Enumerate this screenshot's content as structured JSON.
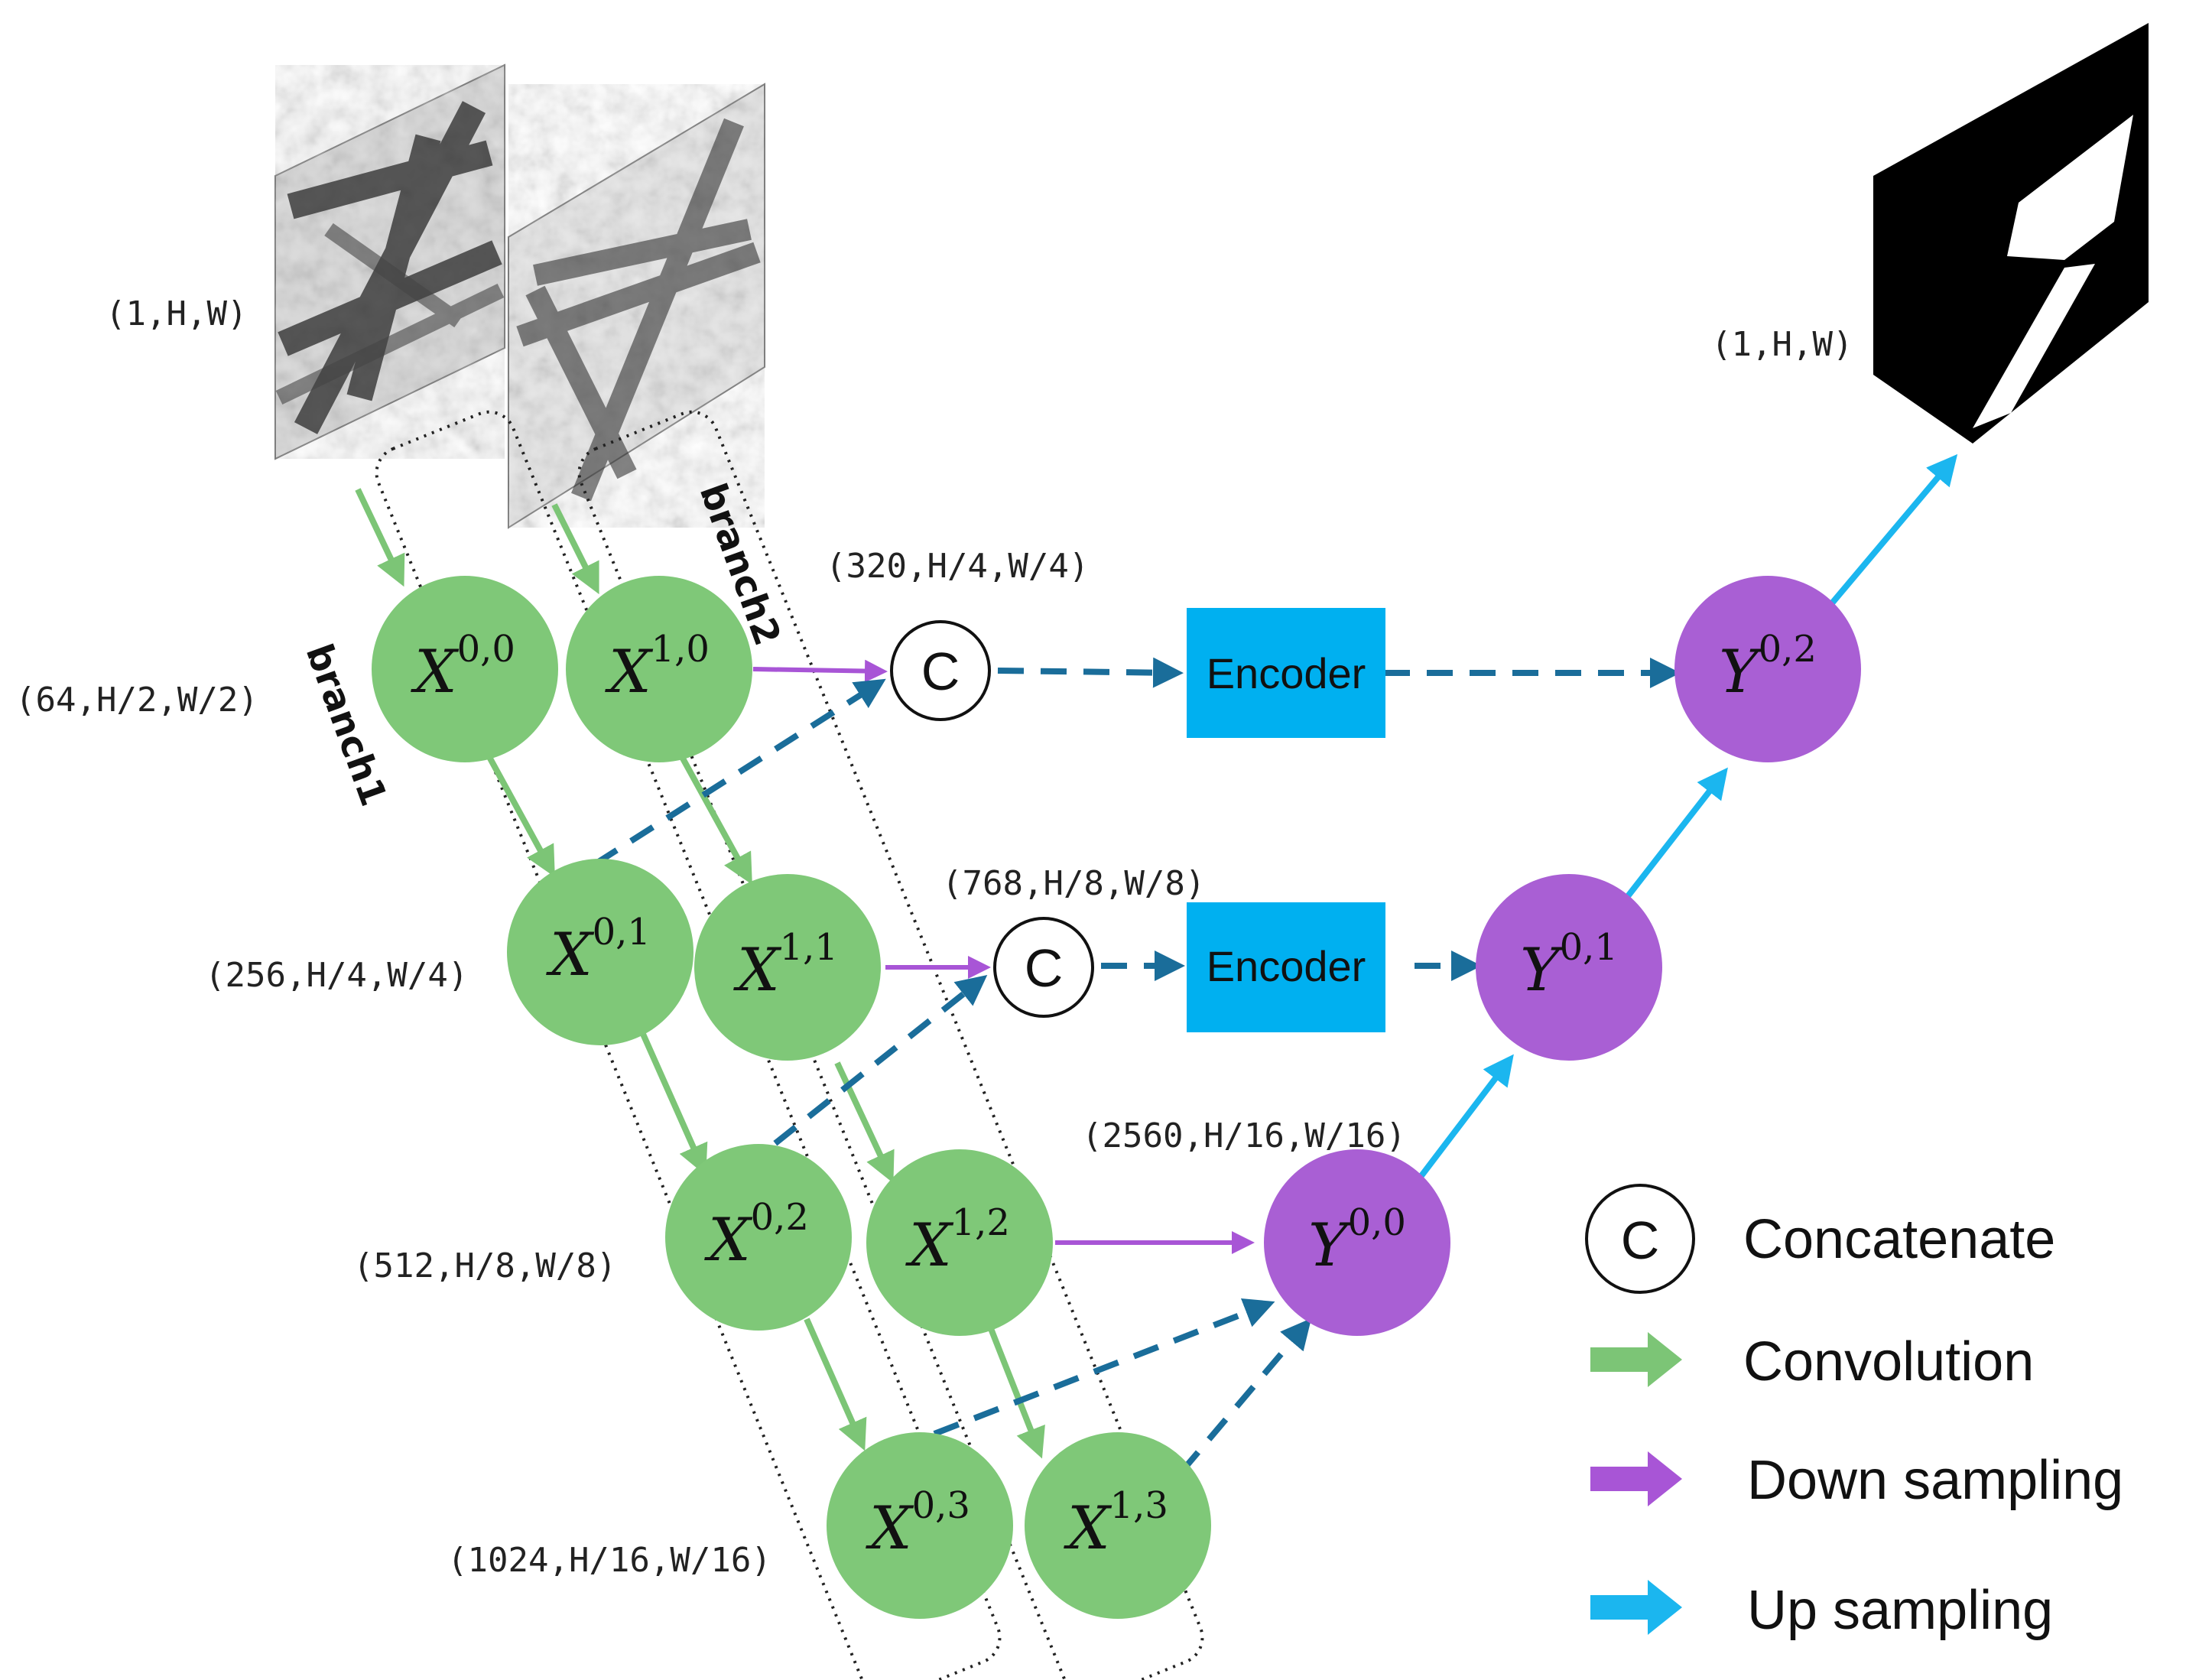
{
  "colors": {
    "convolution": "#7cc576",
    "down_sampling": "#a855d6",
    "up_sampling": "#1bb6ef",
    "skip": "#1a6d9a",
    "encoder": "#00b0f0",
    "node_x": "#7fc878",
    "node_y": "#a95fd4"
  },
  "nodes": {
    "x00": {
      "base": "X",
      "sup": "0,0"
    },
    "x10": {
      "base": "X",
      "sup": "1,0"
    },
    "x01": {
      "base": "X",
      "sup": "0,1"
    },
    "x11": {
      "base": "X",
      "sup": "1,1"
    },
    "x02": {
      "base": "X",
      "sup": "0,2"
    },
    "x12": {
      "base": "X",
      "sup": "1,2"
    },
    "x03": {
      "base": "X",
      "sup": "0,3"
    },
    "x13": {
      "base": "X",
      "sup": "1,3"
    },
    "y00": {
      "base": "Y",
      "sup": "0,0"
    },
    "y01": {
      "base": "Y",
      "sup": "0,1"
    },
    "y02": {
      "base": "Y",
      "sup": "0,2"
    }
  },
  "dims": {
    "input": "(1,H,W)",
    "output": "(1,H,W)",
    "level0": "(64,H/2,W/2)",
    "level1": "(256,H/4,W/4)",
    "level2": "(512,H/8,W/8)",
    "level3": "(1024,H/16,W/16)",
    "concat_top": "(320,H/4,W/4)",
    "concat_mid": "(768,H/8,W/8)",
    "bottleneck": "(2560,H/16,W/16)"
  },
  "branches": {
    "b1": "branch1",
    "b2": "branch2"
  },
  "encoder": {
    "top": "Encoder",
    "mid": "Encoder"
  },
  "concat_symbol": "C",
  "legend": {
    "concatenate_symbol": "C",
    "concatenate": "Concatenate",
    "convolution": "Convolution",
    "down_sampling": "Down sampling",
    "up_sampling": "Up sampling"
  }
}
